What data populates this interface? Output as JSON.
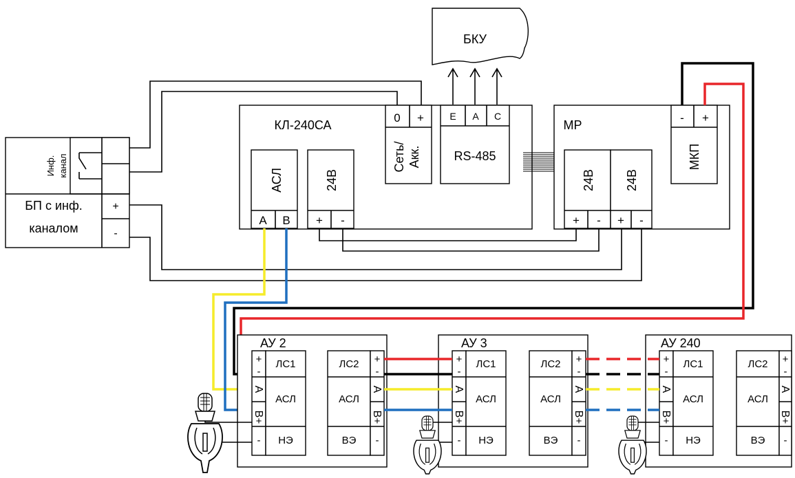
{
  "bku": "БКУ",
  "psu": {
    "info_channel_line1": "Инф.",
    "info_channel_line2": "канал",
    "name_line1": "БП с инф.",
    "name_line2": "каналом",
    "plus": "+",
    "minus": "-"
  },
  "kl": {
    "title": "КЛ-240СА",
    "asl": "АСЛ",
    "a": "А",
    "b": "В",
    "v24": "24В",
    "plus": "+",
    "minus": "-",
    "zero": "0",
    "set_plus": "+",
    "net_line1": "Сеть/",
    "net_line2": "Акк.",
    "rs_e": "E",
    "rs_a": "A",
    "rs_c": "C",
    "rs485": "RS-485"
  },
  "mr": {
    "title": "МР",
    "mkp": "МКП",
    "mkp_minus": "-",
    "mkp_plus": "+",
    "v24_1": "24В",
    "v24_2": "24В",
    "p1": "+",
    "m1": "-",
    "p2": "+",
    "m2": "-"
  },
  "units": [
    {
      "title": "АУ 2"
    },
    {
      "title": "АУ 3"
    },
    {
      "title": "АУ 240"
    }
  ],
  "unit_labels": {
    "ls1": "ЛС1",
    "asl": "АСЛ",
    "ne": "НЭ",
    "ls2": "ЛС2",
    "ve": "ВЭ",
    "plus": "+",
    "minus": "-",
    "a": "А",
    "b": "В"
  }
}
